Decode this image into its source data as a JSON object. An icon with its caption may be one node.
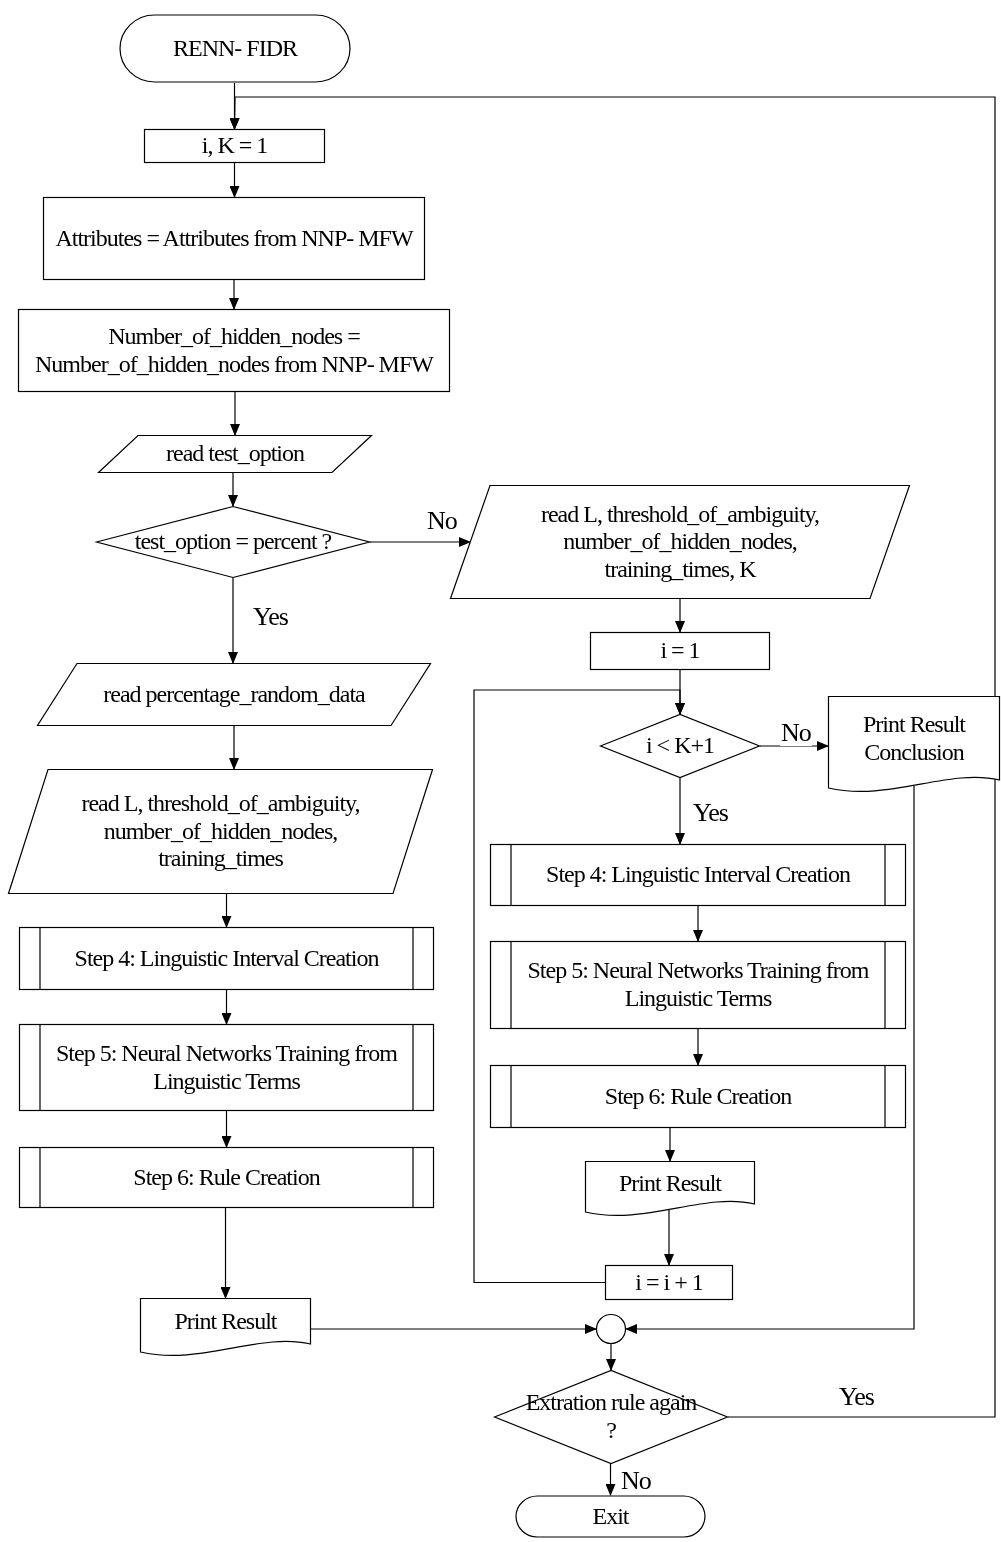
{
  "diagram": {
    "nodes": [
      {
        "text": [
          "RENN- FIDR"
        ]
      },
      {
        "text": [
          "i, K = 1"
        ]
      },
      {
        "text": [
          "Attributes = Attributes from NNP- MFW"
        ]
      },
      {
        "text": [
          "Number_of_hidden_nodes = Number_of_hidden_nodes from NNP- MFW"
        ]
      },
      {
        "text": [
          "read test_option"
        ]
      },
      {
        "text": [
          "test_option = percent ?"
        ]
      },
      {
        "text": [
          "read L, threshold_of_ambiguity, number_of_hidden_nodes, training_times, K"
        ]
      },
      {
        "text": [
          "read percentage_random_data"
        ]
      },
      {
        "text": [
          "read L, threshold_of_ambiguity, number_of_hidden_nodes, training_times"
        ]
      },
      {
        "text": [
          "Step 4: Linguistic Interval Creation"
        ]
      },
      {
        "text": [
          "Step 5: Neural Networks Training from Linguistic Terms"
        ]
      },
      {
        "text": [
          "Step 6: Rule Creation"
        ]
      },
      {
        "text": [
          "Print Result"
        ]
      },
      {
        "text": [
          "i = 1"
        ]
      },
      {
        "text": [
          "i < K+1"
        ]
      },
      {
        "text": [
          "Print Result Conclusion"
        ]
      },
      {
        "text": [
          "Step 4: Linguistic Interval Creation"
        ]
      },
      {
        "text": [
          "Step 5: Neural Networks Training from Linguistic Terms"
        ]
      },
      {
        "text": [
          "Step 6: Rule Creation"
        ]
      },
      {
        "text": [
          "Print Result"
        ]
      },
      {
        "text": [
          "i = i + 1"
        ]
      },
      {
        "text": [],
        "shape": "circle"
      },
      {
        "text": [
          "Extration rule again ?"
        ]
      },
      {
        "text": [
          "Exit"
        ]
      }
    ],
    "edges": [
      {
        "from": 0,
        "to": 1,
        "arrow": "to"
      },
      {
        "from": 1,
        "to": 2,
        "arrow": "to"
      },
      {
        "from": 2,
        "to": 3,
        "arrow": "to"
      },
      {
        "from": 3,
        "to": 4,
        "arrow": "to"
      },
      {
        "from": 4,
        "to": 5,
        "arrow": "to"
      },
      {
        "from": 5,
        "to": 6,
        "arrow": "to",
        "label": "No"
      },
      {
        "from": 5,
        "to": 7,
        "arrow": "to",
        "label": "Yes"
      },
      {
        "from": 7,
        "to": 8,
        "arrow": "to"
      },
      {
        "from": 8,
        "to": 9,
        "arrow": "to"
      },
      {
        "from": 9,
        "to": 10,
        "arrow": "to"
      },
      {
        "from": 10,
        "to": 11,
        "arrow": "to"
      },
      {
        "from": 11,
        "to": 12,
        "arrow": "to"
      },
      {
        "from": 12,
        "to": 21,
        "arrow": "to"
      },
      {
        "from": 6,
        "to": 13,
        "arrow": "to"
      },
      {
        "from": 13,
        "to": 14,
        "arrow": "to"
      },
      {
        "from": 14,
        "to": 15,
        "arrow": "to",
        "label": "No"
      },
      {
        "from": 14,
        "to": 16,
        "arrow": "to",
        "label": "Yes"
      },
      {
        "from": 16,
        "to": 17,
        "arrow": "to"
      },
      {
        "from": 17,
        "to": 18,
        "arrow": "to"
      },
      {
        "from": 18,
        "to": 19,
        "arrow": "to"
      },
      {
        "from": 19,
        "to": 20,
        "arrow": "to"
      },
      {
        "from": 20,
        "to": 14,
        "arrow": "to"
      },
      {
        "from": 15,
        "to": 21,
        "arrow": "to"
      },
      {
        "from": 21,
        "to": 22,
        "arrow": "to"
      },
      {
        "from": 22,
        "to": 23,
        "arrow": "to",
        "label": "No"
      },
      {
        "from": 22,
        "to": 1,
        "arrow": "to",
        "label": "Yes"
      }
    ]
  }
}
